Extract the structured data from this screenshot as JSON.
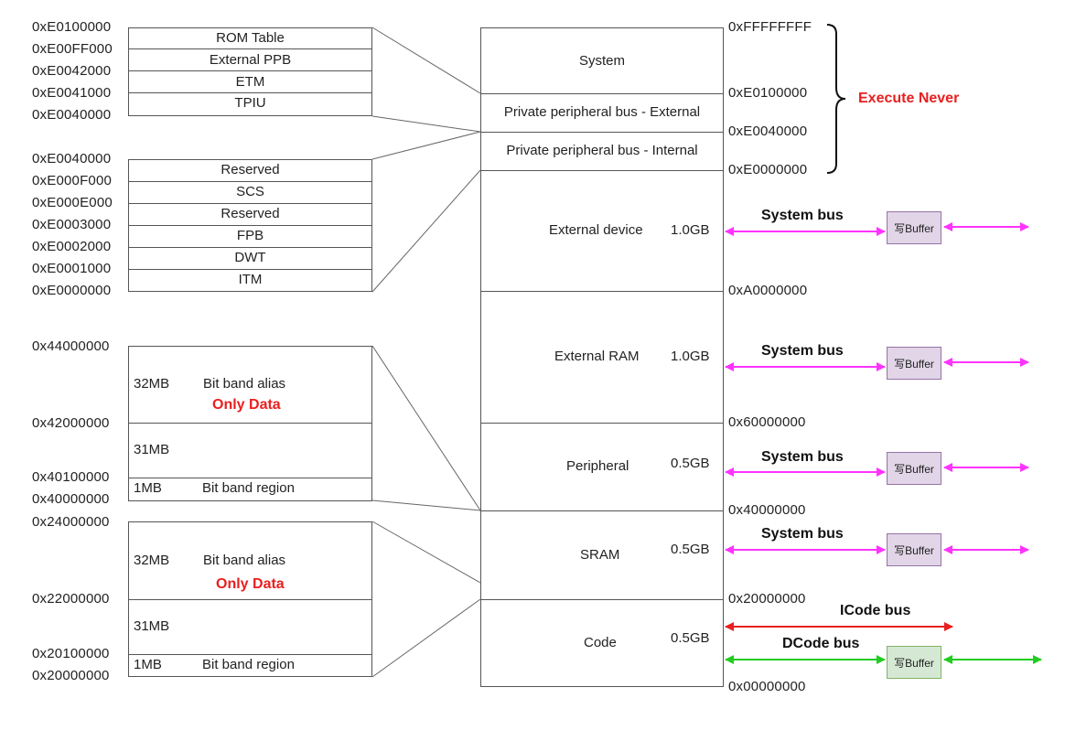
{
  "ppb_external": {
    "addresses": [
      "0xE0100000",
      "0xE00FF000",
      "0xE0042000",
      "0xE0041000",
      "0xE0040000"
    ],
    "items": [
      "ROM Table",
      "External PPB",
      "ETM",
      "TPIU"
    ]
  },
  "ppb_internal": {
    "addresses": [
      "0xE0040000",
      "0xE000F000",
      "0xE000E000",
      "0xE0003000",
      "0xE0002000",
      "0xE0001000",
      "0xE0000000"
    ],
    "items": [
      "Reserved",
      "SCS",
      "Reserved",
      "FPB",
      "DWT",
      "ITM"
    ]
  },
  "peripheral_bitband": {
    "addr_top": "0x44000000",
    "addr_alias_end": "0x42000000",
    "addr_region_top": "0x40100000",
    "addr_bottom": "0x40000000",
    "alias_size": "32MB",
    "alias_label": "Bit band alias",
    "alias_note": "Only Data",
    "gap_size": "31MB",
    "region_size": "1MB",
    "region_label": "Bit band region"
  },
  "sram_bitband": {
    "addr_top": "0x24000000",
    "addr_alias_end": "0x22000000",
    "addr_region_top": "0x20100000",
    "addr_bottom": "0x20000000",
    "alias_size": "32MB",
    "alias_label": "Bit band alias",
    "alias_note": "Only Data",
    "gap_size": "31MB",
    "region_size": "1MB",
    "region_label": "Bit band region"
  },
  "memory_map": {
    "system": "System",
    "ppb_external": "Private peripheral bus - External",
    "ppb_internal": "Private peripheral bus - Internal",
    "external_device": {
      "name": "External device",
      "size": "1.0GB"
    },
    "external_ram": {
      "name": "External RAM",
      "size": "1.0GB"
    },
    "peripheral": {
      "name": "Peripheral",
      "size": "0.5GB"
    },
    "sram": {
      "name": "SRAM",
      "size": "0.5GB"
    },
    "code": {
      "name": "Code",
      "size": "0.5GB"
    }
  },
  "right_addresses": [
    "0xFFFFFFFF",
    "0xE0100000",
    "0xE0040000",
    "0xE0000000",
    "0xA0000000",
    "0x60000000",
    "0x40000000",
    "0x20000000",
    "0x00000000"
  ],
  "execute_never": "Execute Never",
  "buses": {
    "system_bus": "System bus",
    "icode_bus": "ICode bus",
    "dcode_bus": "DCode bus",
    "buffer_label": "写Buffer"
  },
  "colors": {
    "system_bus_arrow": "#ff33ff",
    "icode_arrow": "#e8201f",
    "dcode_arrow": "#22cc22",
    "buffer_purple": "#e1d5e7",
    "buffer_green": "#d5e8d4",
    "execute_never": "#e8201f"
  }
}
